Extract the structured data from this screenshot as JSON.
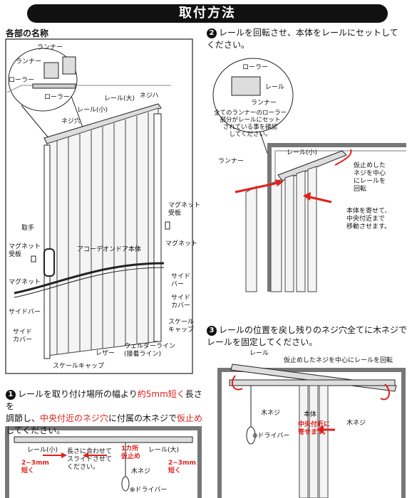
{
  "title": "取付方法",
  "parts": {
    "heading": "各部の名称",
    "runner1": "ランナー",
    "runner2": "ランナー",
    "roller1": "ローラー",
    "roller2": "ローラー",
    "rail_large": "レール(大)",
    "rail_small": "レール(小)",
    "screw_hole": "ネジ穴",
    "screw_c": "ネジハ",
    "handle": "取手",
    "magnet_plate_left": "マグネット\n受板",
    "magnet_left": "マグネット",
    "magnet_plate_right": "マグネット\n受板",
    "magnet_right": "マグネット",
    "body": "アコーデオンドア本体",
    "side_bar_left": "サイドバー",
    "side_cover_left": "サイド\nカバー",
    "side_bar_right": "サイド\nバー",
    "side_cover_right": "サイド\nカバー",
    "scale_cap_right": "スケール\nキャップ",
    "welder_line": "ウェルダーライン\n(接着ライン)",
    "leather": "レザー",
    "scale_cap_bottom": "スケールキャップ"
  },
  "step2": {
    "num": "2",
    "text": "レールを回転させ、本体をレールにセットして\nください。",
    "roller": "ローラー",
    "rail": "レール",
    "runner": "ランナー",
    "note": "全てのランナーのローラー\n部分がレールにセット\nされている事を確認\nしてください。",
    "runner2": "ランナー",
    "rail_small": "レール(小)",
    "rotate_note": "仮止めした\nネジを中心\nにレールを\n回転",
    "move_note": "本体を寄せて、\n中央付近まで\n移動させます。"
  },
  "step3": {
    "num": "3",
    "text": "レールの位置を戻し残りのネジ穴全てに木ネジで\nレールを固定してください。",
    "rail": "レール",
    "rotate_note": "仮止めしたネジを中心にレールを回転",
    "wood_screw_left": "木ネジ",
    "body": "本体",
    "center_note": "中央付近に\n寄せます。",
    "wood_screw_right": "木ネジ",
    "driver": "⊕ドライバー"
  },
  "step1": {
    "num": "1",
    "line1_a": "レールを取り付け場所の幅より",
    "line1_red": "約5mm短く",
    "line1_b": "長さを",
    "line2_a": "調節し、",
    "line2_red1": "中央付近のネジ穴",
    "line2_b": "に付属の木ネジで",
    "line2_red2": "仮止め",
    "line3": "してください。",
    "rail_small": "レール(小)",
    "adjust_note": "長さに合わせて\nスライドさせて\nください。",
    "one_place": "1カ所\n仮止め",
    "rail_large": "レール(大)",
    "short_left": "2~3mm\n短く",
    "short_right": "2~3mm\n短く",
    "wood_screw": "木ネジ",
    "driver": "⊕ドライバー"
  },
  "colors": {
    "accent": "#e0201b",
    "ink": "#111111"
  }
}
